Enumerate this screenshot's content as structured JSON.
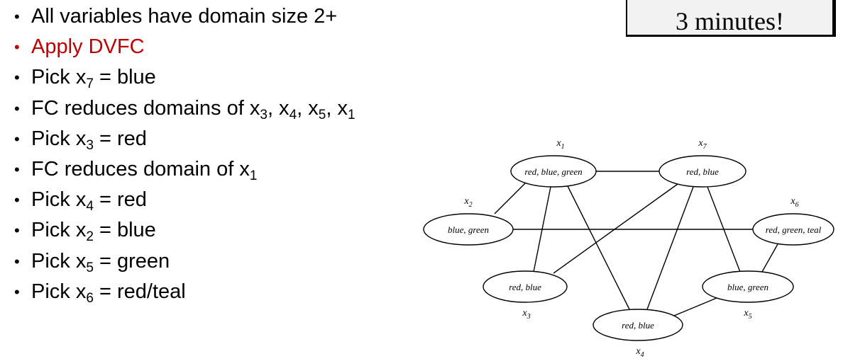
{
  "bullets": [
    {
      "text": "All variables have domain size 2+",
      "sub": "",
      "after": "",
      "color": "#000000"
    },
    {
      "text": "Apply DVFC",
      "sub": "",
      "after": "",
      "color": "#c00000"
    },
    {
      "text": "Pick x",
      "sub": "7",
      "after": " = blue",
      "color": "#000000"
    },
    {
      "text": "FC reduces domains of x",
      "sub": "3",
      "after": ", x",
      "sub2": "4",
      "after2": ", x",
      "sub3": "5",
      "after3": ", x",
      "sub4": "1",
      "color": "#000000"
    },
    {
      "text": "Pick x",
      "sub": "3",
      "after": " = red",
      "color": "#000000"
    },
    {
      "text": "FC reduces domain of x",
      "sub": "1",
      "after": "",
      "color": "#000000"
    },
    {
      "text": "Pick x",
      "sub": "4",
      "after": " = red",
      "color": "#000000"
    },
    {
      "text": "Pick x",
      "sub": "2",
      "after": " = blue",
      "color": "#000000"
    },
    {
      "text": "Pick x",
      "sub": "5",
      "after": " = green",
      "color": "#000000"
    },
    {
      "text": "Pick x",
      "sub": "6",
      "after": " = red/teal",
      "color": "#000000"
    }
  ],
  "bullet_glyph": "•",
  "timer": {
    "text": "3 minutes!"
  },
  "graph": {
    "nodes": [
      {
        "id": "x1",
        "var": "x",
        "sub": "1",
        "domain": "red, blue, green"
      },
      {
        "id": "x7",
        "var": "x",
        "sub": "7",
        "domain": "red, blue"
      },
      {
        "id": "x2",
        "var": "x",
        "sub": "2",
        "domain": "blue, green"
      },
      {
        "id": "x6",
        "var": "x",
        "sub": "6",
        "domain": "red, green, teal"
      },
      {
        "id": "x3",
        "var": "x",
        "sub": "3",
        "domain": "red, blue"
      },
      {
        "id": "x5",
        "var": "x",
        "sub": "5",
        "domain": "blue, green"
      },
      {
        "id": "x4",
        "var": "x",
        "sub": "4",
        "domain": "red, blue"
      }
    ],
    "edges": [
      [
        "x1",
        "x7"
      ],
      [
        "x1",
        "x2"
      ],
      [
        "x1",
        "x3"
      ],
      [
        "x1",
        "x4"
      ],
      [
        "x7",
        "x3"
      ],
      [
        "x7",
        "x4"
      ],
      [
        "x7",
        "x5"
      ],
      [
        "x2",
        "x6"
      ],
      [
        "x6",
        "x5"
      ],
      [
        "x4",
        "x5"
      ]
    ]
  }
}
